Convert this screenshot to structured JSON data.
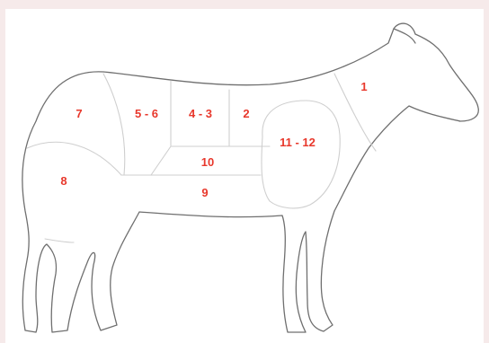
{
  "diagram": {
    "colors": {
      "background": "#f6eaea",
      "card": "#ffffff",
      "outline": "#6f6f6f",
      "cut_lines": "#cfcfcf",
      "label": "#e8382c"
    },
    "cuts": [
      {
        "id": "cut-1",
        "label": "1"
      },
      {
        "id": "cut-2",
        "label": "2"
      },
      {
        "id": "cut-4-3",
        "label": "4 - 3"
      },
      {
        "id": "cut-5-6",
        "label": "5 - 6"
      },
      {
        "id": "cut-7",
        "label": "7"
      },
      {
        "id": "cut-8",
        "label": "8"
      },
      {
        "id": "cut-9",
        "label": "9"
      },
      {
        "id": "cut-10",
        "label": "10"
      },
      {
        "id": "cut-11-12",
        "label": "11 - 12"
      }
    ]
  }
}
